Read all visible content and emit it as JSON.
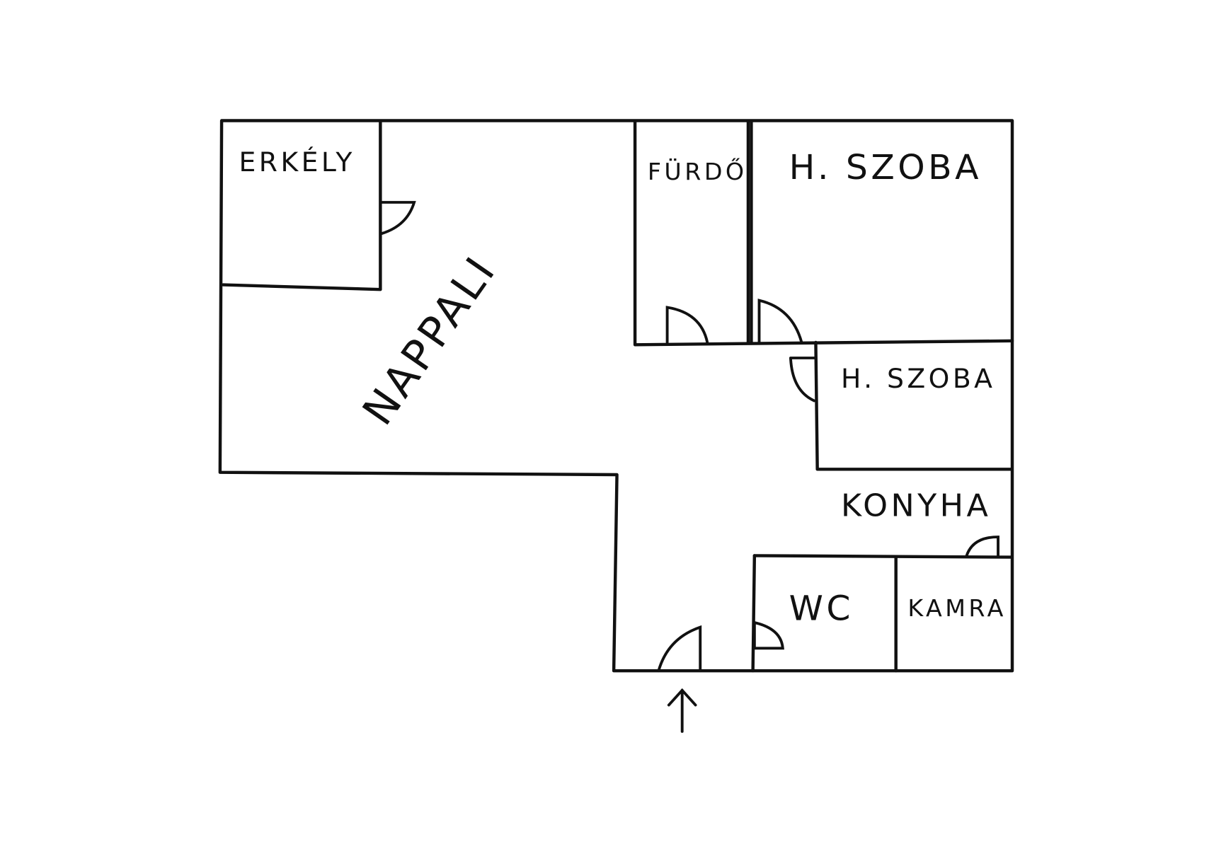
{
  "plan": {
    "rooms": {
      "balcony": "ERKÉLY",
      "living_room": "NAPPALI",
      "bathroom": "FÜRDŐ",
      "bedroom_1": "H. SZOBA",
      "bedroom_2": "H. SZOBA",
      "kitchen": "KONYHA",
      "toilet": "WC",
      "pantry": "KAMRA"
    },
    "colors": {
      "line": "#111111",
      "background": "#ffffff"
    }
  }
}
